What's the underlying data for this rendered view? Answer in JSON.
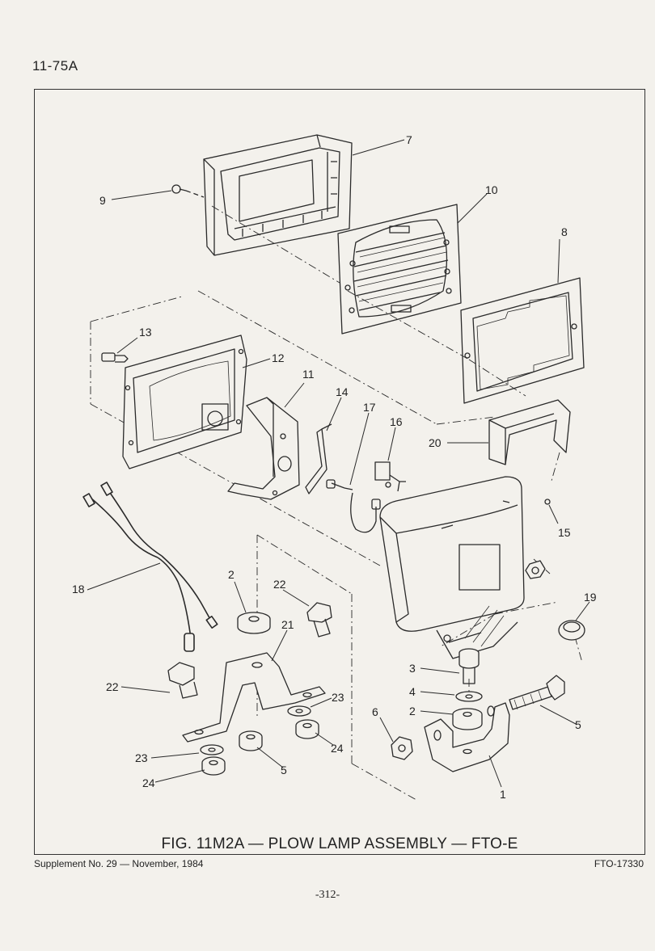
{
  "page_code": "11-75A",
  "figure": {
    "caption": "FIG. 11M2A — PLOW LAMP ASSEMBLY — FTO-E",
    "callouts": [
      "7",
      "9",
      "10",
      "8",
      "13",
      "12",
      "11",
      "14",
      "17",
      "16",
      "20",
      "15",
      "18",
      "2",
      "22",
      "21",
      "19",
      "3",
      "4",
      "22",
      "23",
      "2",
      "6",
      "5",
      "23",
      "24",
      "5",
      "24",
      "1"
    ]
  },
  "footer": {
    "supplement": "Supplement No. 29 — November, 1984",
    "reference": "FTO-17330",
    "page_number": "-312-"
  }
}
